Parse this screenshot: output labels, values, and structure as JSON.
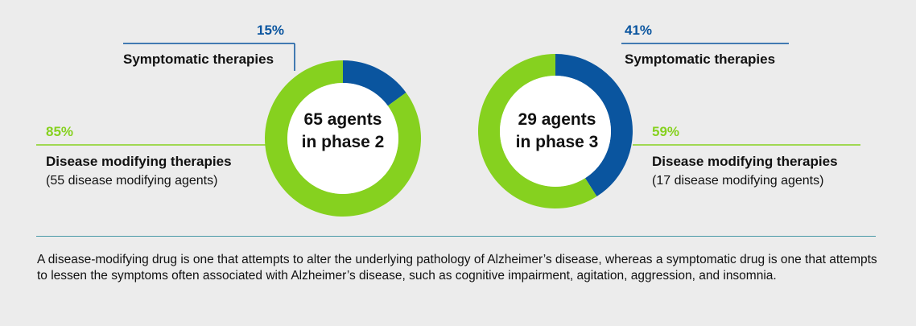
{
  "colors": {
    "symptomatic": "#0a559f",
    "disease_modifying": "#86d11f",
    "background": "#ececec",
    "divider": "#4a9aa8"
  },
  "chart_data": [
    {
      "type": "pie",
      "center_label_line1": "65 agents",
      "center_label_line2": "in phase 2",
      "slices": [
        {
          "key": "symptomatic",
          "label": "Symptomatic therapies",
          "value": 15,
          "value_label": "15%"
        },
        {
          "key": "disease_modifying",
          "label": "Disease modifying therapies",
          "sublabel": "(55 disease modifying agents)",
          "value": 85,
          "value_label": "85%"
        }
      ]
    },
    {
      "type": "pie",
      "center_label_line1": "29 agents",
      "center_label_line2": "in phase 3",
      "slices": [
        {
          "key": "symptomatic",
          "label": "Symptomatic therapies",
          "value": 41,
          "value_label": "41%"
        },
        {
          "key": "disease_modifying",
          "label": "Disease modifying therapies",
          "sublabel": "(17 disease modifying agents)",
          "value": 59,
          "value_label": "59%"
        }
      ]
    }
  ],
  "footnote": "A disease-modifying drug is one that attempts to alter the underlying pathology of Alzheimer’s disease, whereas a symptomatic drug is one that attempts to lessen the symptoms often associated with Alzheimer’s disease, such as cognitive impairment, agitation, aggression, and insomnia."
}
